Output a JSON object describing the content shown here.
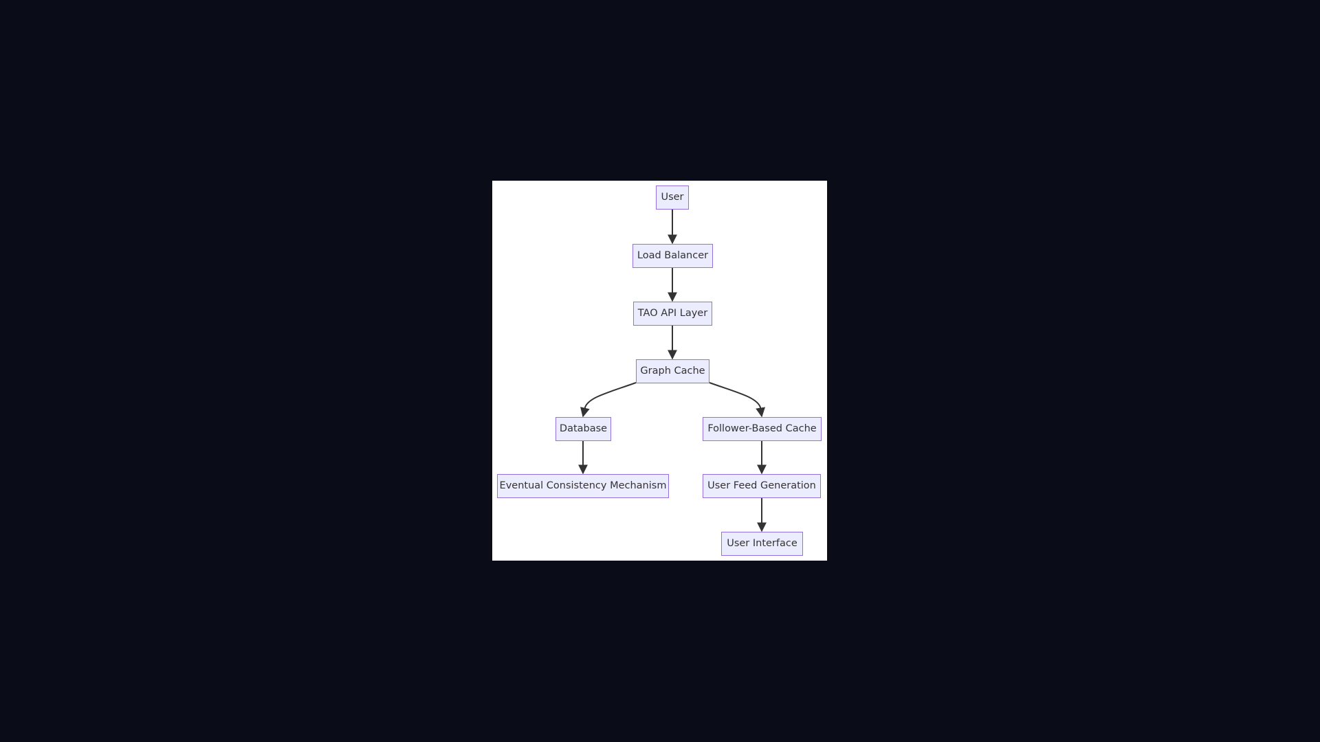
{
  "diagram": {
    "type": "flowchart",
    "direction": "top-down",
    "colors": {
      "background": "#0a0d17",
      "canvas": "#ffffff",
      "node_fill": "#ECECFF",
      "node_stroke": "#9370DB",
      "text": "#333333",
      "edge": "#333333"
    },
    "nodes": {
      "user": {
        "label": "User"
      },
      "load_balancer": {
        "label": "Load Balancer"
      },
      "tao_api_layer": {
        "label": "TAO API Layer"
      },
      "graph_cache": {
        "label": "Graph Cache"
      },
      "database": {
        "label": "Database"
      },
      "follower_based_cache": {
        "label": "Follower-Based Cache"
      },
      "eventual_consistency": {
        "label": "Eventual Consistency Mechanism"
      },
      "user_feed_generation": {
        "label": "User Feed Generation"
      },
      "user_interface": {
        "label": "User Interface"
      }
    },
    "edges": [
      {
        "from": "User",
        "to": "Load Balancer"
      },
      {
        "from": "Load Balancer",
        "to": "TAO API Layer"
      },
      {
        "from": "TAO API Layer",
        "to": "Graph Cache"
      },
      {
        "from": "Graph Cache",
        "to": "Database"
      },
      {
        "from": "Graph Cache",
        "to": "Follower-Based Cache"
      },
      {
        "from": "Database",
        "to": "Eventual Consistency Mechanism"
      },
      {
        "from": "Follower-Based Cache",
        "to": "User Feed Generation"
      },
      {
        "from": "User Feed Generation",
        "to": "User Interface"
      }
    ]
  }
}
